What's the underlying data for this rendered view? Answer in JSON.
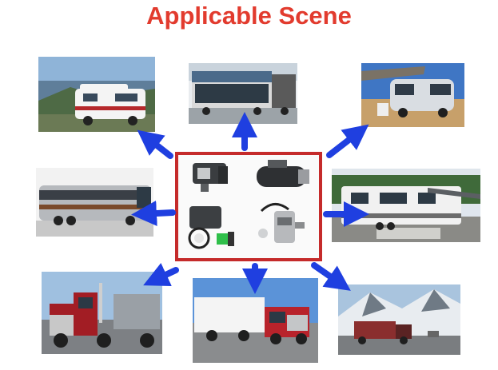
{
  "title": {
    "text": "Applicable Scene",
    "color": "#e23b2e"
  },
  "colors": {
    "arrow": "#1f3fe0",
    "frame": "#c52b2b"
  },
  "scenes": [
    {
      "id": "motorhome",
      "icon": "motorhome-photo"
    },
    {
      "id": "promo-truck",
      "icon": "promo-truck-photo"
    },
    {
      "id": "camper-van",
      "icon": "camper-van-photo"
    },
    {
      "id": "tour-bus",
      "icon": "tour-bus-photo"
    },
    {
      "id": "travel-trailer",
      "icon": "travel-trailer-photo"
    },
    {
      "id": "semi-truck-red",
      "icon": "semi-truck-photo"
    },
    {
      "id": "freight-truck",
      "icon": "freight-truck-photo"
    },
    {
      "id": "dump-truck-snow",
      "icon": "dump-truck-photo"
    }
  ],
  "products": [
    {
      "id": "water-heater",
      "icon": "water-heater-photo"
    },
    {
      "id": "air-heater",
      "icon": "air-heater-photo"
    },
    {
      "id": "heater-kit",
      "icon": "heater-kit-photo"
    },
    {
      "id": "heater-assembly",
      "icon": "heater-assembly-photo"
    }
  ]
}
